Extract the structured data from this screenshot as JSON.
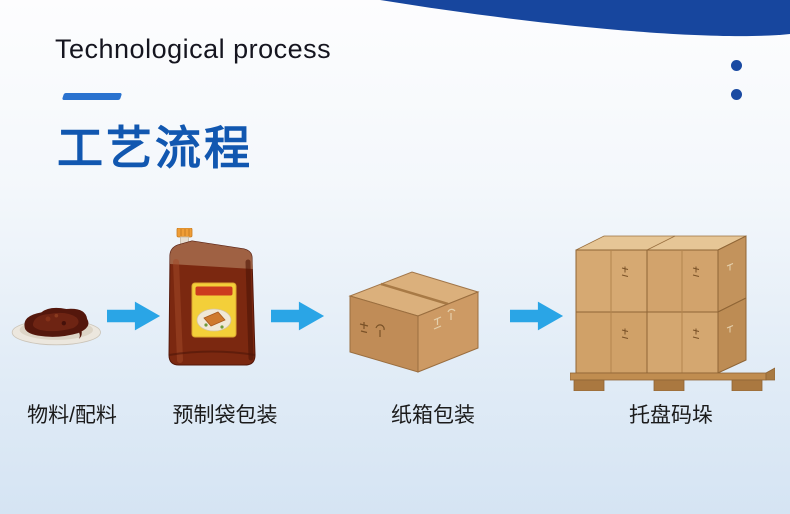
{
  "header": {
    "title_en": "Technological process",
    "title_zh": "工艺流程"
  },
  "flow": {
    "steps": [
      {
        "label": "物料/配料",
        "icon": "sauce-bowl-icon"
      },
      {
        "label": "预制袋包装",
        "icon": "spout-pouch-icon"
      },
      {
        "label": "纸箱包装",
        "icon": "carton-box-icon"
      },
      {
        "label": "托盘码垛",
        "icon": "pallet-stack-icon"
      }
    ],
    "arrow_count": 3
  },
  "colors": {
    "title_blue": "#1157b0",
    "underline_blue": "#2a72cf",
    "corner_navy": "#17469e",
    "dot_navy": "#1a4aa2",
    "arrow_blue": "#2aa5e6",
    "background_bottom": "#d5e4f3",
    "text_dark": "#1b1b1b"
  }
}
